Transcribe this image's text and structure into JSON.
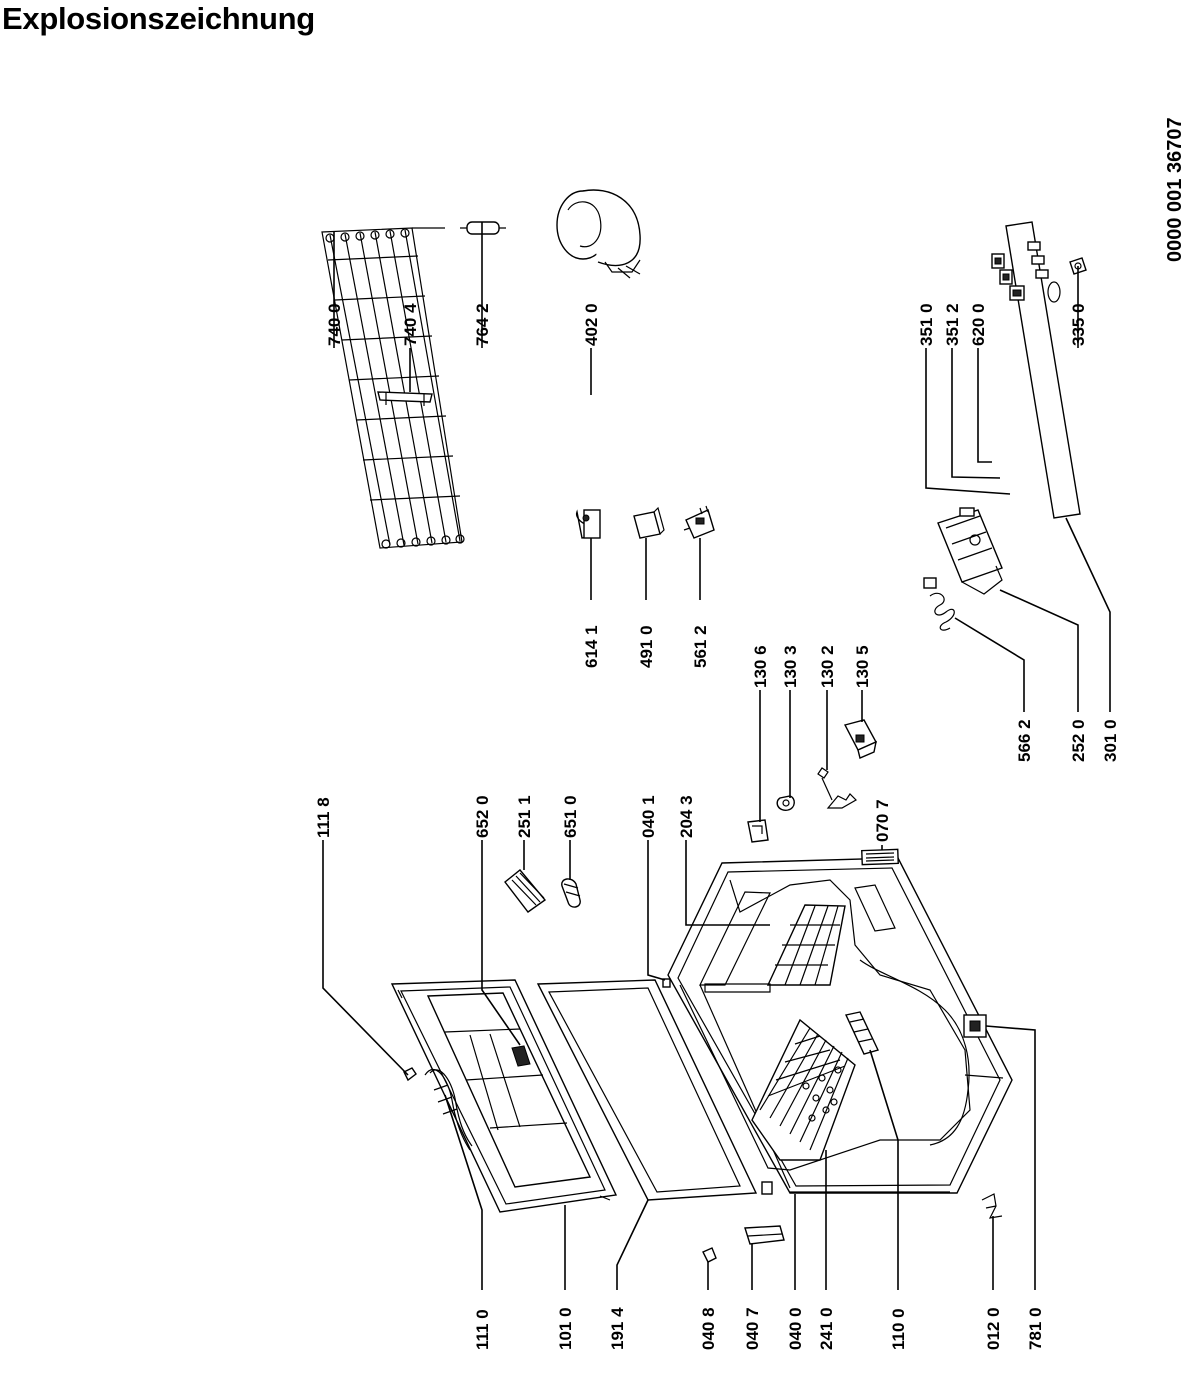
{
  "title": "Explosionszeichnung",
  "doc_number": "0000 001 36707",
  "labels": {
    "l1118": "111 8",
    "l6520": "652 0",
    "l2511": "251 1",
    "l6510": "651 0",
    "l0401": "040 1",
    "l2043": "204 3",
    "l0707": "070 7",
    "l1306": "130 6",
    "l1303": "130 3",
    "l1302": "130 2",
    "l1305": "130 5",
    "l7400": "740 0",
    "l7404": "740 4",
    "l7642": "764 2",
    "l4020": "402 0",
    "l6141": "614 1",
    "l4910": "491 0",
    "l5612": "561 2",
    "l3510": "351 0",
    "l3512": "351 2",
    "l6200": "620 0",
    "l3350": "335 0",
    "l5662": "566 2",
    "l2520": "252 0",
    "l3010": "301 0",
    "l1110": "111 0",
    "l1010": "101 0",
    "l1914": "191 4",
    "l0408": "040 8",
    "l0407": "040 7",
    "l0400": "040 0",
    "l2410": "241 0",
    "l1100": "110 0",
    "l0120": "012 0",
    "l7810": "781 0"
  },
  "colors": {
    "ink": "#000000",
    "paper": "#ffffff"
  }
}
